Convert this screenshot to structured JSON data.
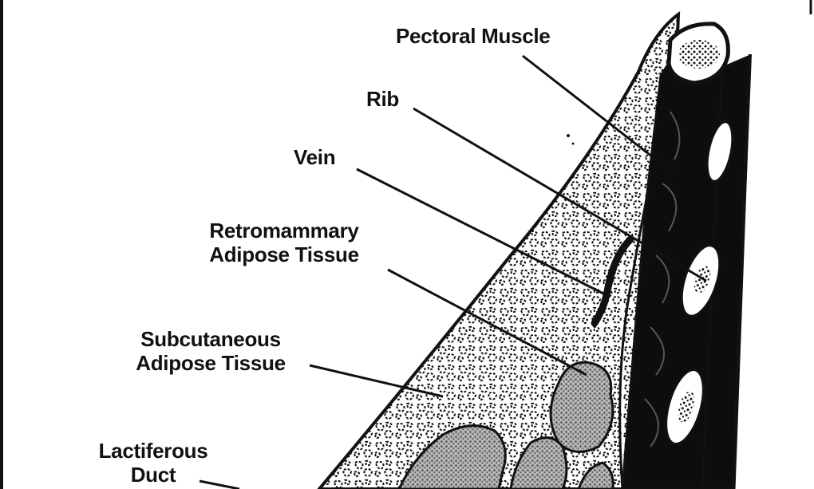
{
  "labels": {
    "pectoral_muscle": "Pectoral Muscle",
    "rib": "Rib",
    "vein": "Vein",
    "retromammary_line1": "Retromammary",
    "retromammary_line2": "Adipose Tissue",
    "subcutaneous_line1": "Subcutaneous",
    "subcutaneous_line2": "Adipose Tissue",
    "lactiferous_line1": "Lactiferous",
    "lactiferous_line2": "Duct"
  },
  "colors": {
    "ink": "#111111",
    "background": "#ffffff",
    "gland_stipple": "#8a8a8a"
  }
}
